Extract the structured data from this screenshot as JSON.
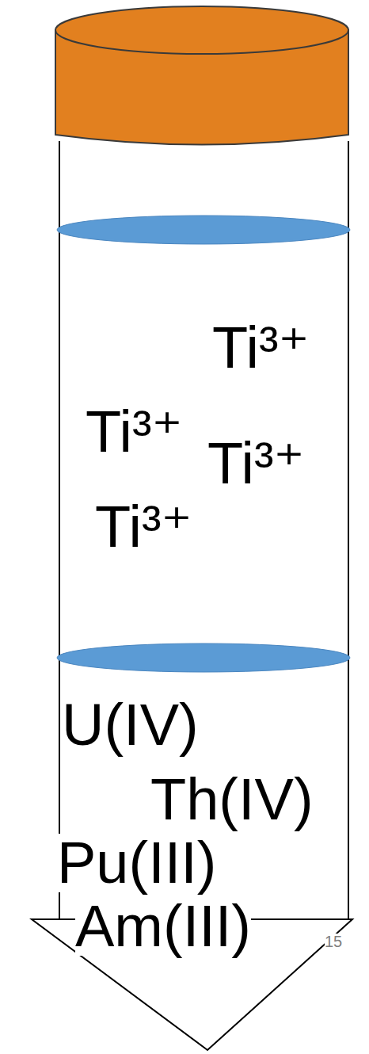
{
  "diagram": {
    "labels": [
      "Ti³⁺",
      "Ti³⁺",
      "Ti³⁺",
      "Ti³⁺",
      "U(IV)",
      "Th(IV)",
      "Pu(III)",
      "Am(III)",
      "15"
    ]
  }
}
